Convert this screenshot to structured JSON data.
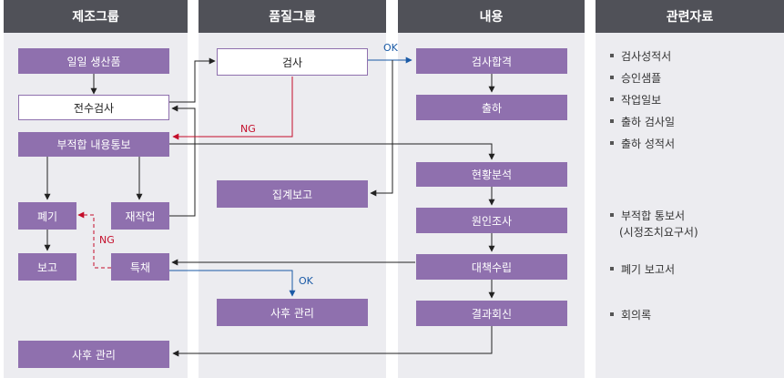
{
  "columns": [
    {
      "key": "manufacturing",
      "label": "제조그룹"
    },
    {
      "key": "quality",
      "label": "품질그룹"
    },
    {
      "key": "content",
      "label": "내용"
    },
    {
      "key": "related",
      "label": "관련자료"
    }
  ],
  "nodes": {
    "daily_product": "일일 생산품",
    "full_inspection": "전수검사",
    "nonconform_notice": "부적합 내용통보",
    "disposal": "폐기",
    "rework": "재작업",
    "report": "보고",
    "special_adoption": "특채",
    "after_mgmt_mfg": "사후 관리",
    "inspection": "검사",
    "summary_report": "집계보고",
    "after_mgmt_qc": "사후 관리",
    "inspection_pass": "검사합격",
    "shipment": "출하",
    "status_analysis": "현황분석",
    "cause_investigation": "원인조사",
    "countermeasure": "대책수립",
    "result_reply": "결과회신"
  },
  "edge_labels": {
    "ok_top": "OK",
    "ng_mid": "NG",
    "ng_left": "NG",
    "ok_bottom": "OK"
  },
  "related_docs": [
    "검사성적서",
    "승인샘플",
    "작업일보",
    "출하 검사일",
    "출하 성적서",
    "부적합 통보서",
    "(시정조치요구서)",
    "폐기 보고서",
    "회의록"
  ],
  "colors": {
    "box_fill": "#8f70ae",
    "header_fill": "#505158",
    "column_bg": "#ececf0",
    "ng_arrow": "#c40d2a",
    "ok_arrow": "#1a5aa6",
    "line": "#222222"
  }
}
